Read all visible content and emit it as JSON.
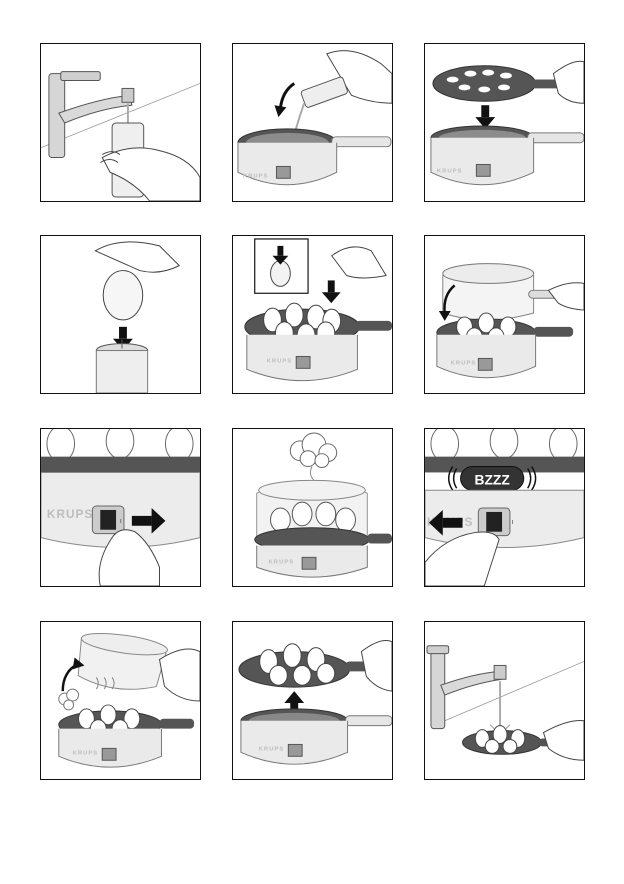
{
  "brand": "KRUPS",
  "buzzer_text": "BZZZ",
  "switch_mark": "I",
  "colors": {
    "border": "#111111",
    "pan_dark": "#4a4a4a",
    "body_light": "#e8e8e8",
    "steel": "#c9c9c9"
  },
  "steps": [
    {
      "id": 1,
      "name": "fill-measuring-cup-at-tap"
    },
    {
      "id": 2,
      "name": "pour-water-into-base"
    },
    {
      "id": 3,
      "name": "place-egg-tray-on-base"
    },
    {
      "id": 4,
      "name": "pierce-egg-with-cup-needle"
    },
    {
      "id": 5,
      "name": "place-eggs-in-tray"
    },
    {
      "id": 6,
      "name": "place-lid-on-cooker"
    },
    {
      "id": 7,
      "name": "switch-on"
    },
    {
      "id": 8,
      "name": "steam-cooking"
    },
    {
      "id": 9,
      "name": "buzzer-switch-off"
    },
    {
      "id": 10,
      "name": "remove-lid"
    },
    {
      "id": 11,
      "name": "lift-egg-tray"
    },
    {
      "id": 12,
      "name": "rinse-eggs-under-cold-water"
    }
  ]
}
